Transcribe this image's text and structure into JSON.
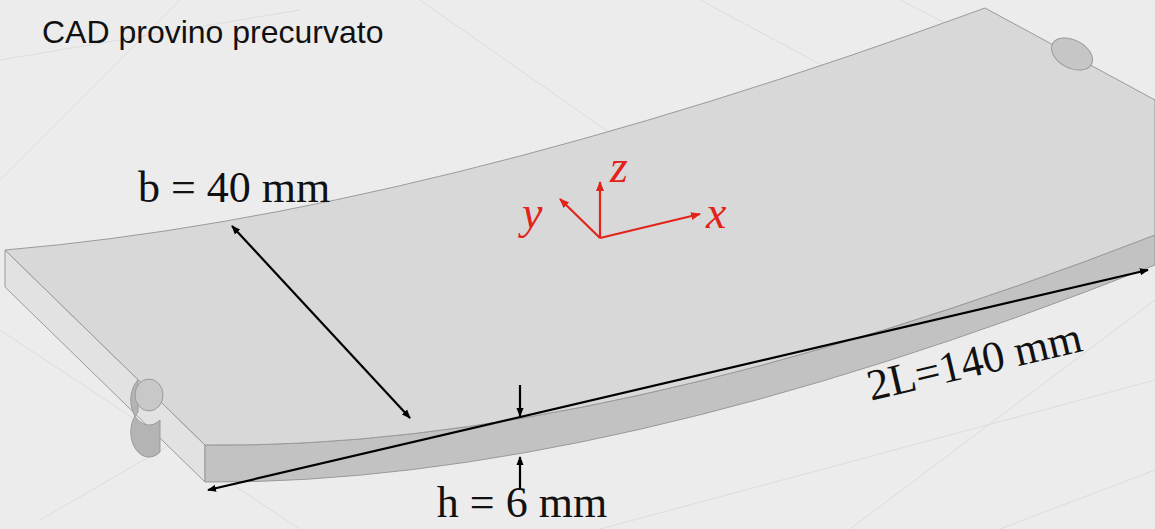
{
  "diagram": {
    "title": "CAD provino precurvato",
    "labels": [
      "b = 40 mm",
      "y",
      "z",
      "x",
      "2L=140 mm",
      "h = 6 mm"
    ]
  }
}
